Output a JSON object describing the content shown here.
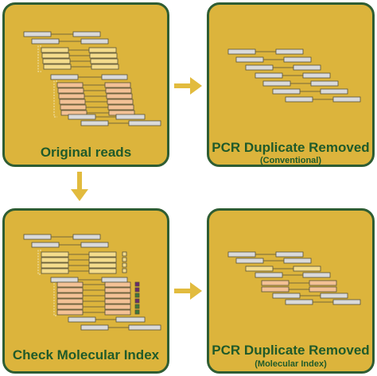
{
  "panels": {
    "original": {
      "title": "Original reads"
    },
    "conventional": {
      "title": "PCR Duplicate Removed",
      "subtitle": "(Conventional)"
    },
    "check": {
      "title": "Check Molecular Index"
    },
    "molecular": {
      "title": "PCR Duplicate Removed",
      "subtitle": "(Molecular Index)"
    }
  },
  "colors": {
    "panel_fill": "#dcb43c",
    "panel_border": "#2f5d33",
    "title_text": "#1f5a2a",
    "read_gray": "#dadada",
    "read_yellow": "#f4dc8c",
    "read_peach": "#f3c195",
    "read_border": "#55503a",
    "arrow": "#e2bb3e",
    "index_purple": "#6a2a6e",
    "index_green": "#3d7a3b"
  },
  "arrows": [
    "right-arrow-top",
    "down-arrow",
    "right-arrow-bottom"
  ]
}
